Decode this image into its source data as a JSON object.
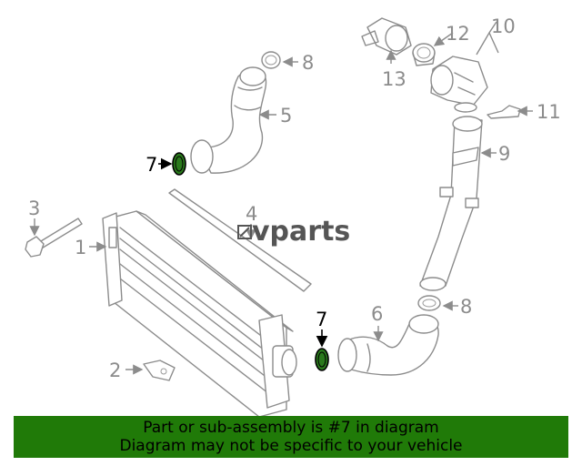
{
  "diagram": {
    "callouts": {
      "c1": "1",
      "c2": "2",
      "c3": "3",
      "c4": "4",
      "c5": "5",
      "c6": "6",
      "c7a": "7",
      "c7b": "7",
      "c8a": "8",
      "c8b": "8",
      "c9": "9",
      "c10": "10",
      "c11": "11",
      "c12": "12",
      "c13": "13"
    },
    "watermark": "vparts",
    "highlight_color": "#2a7a1c"
  },
  "banner": {
    "line1": "Part or sub-assembly is #7 in diagram",
    "line2": "Diagram may not be specific to your vehicle",
    "background": "#207a08"
  }
}
